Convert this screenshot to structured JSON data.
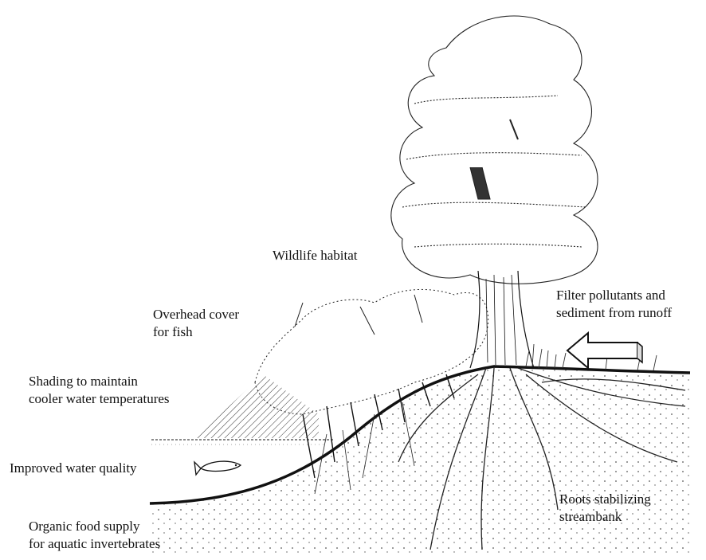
{
  "labels": {
    "wildlife_habitat": "Wildlife habitat",
    "filter": {
      "line1": "Filter pollutants and",
      "line2": "sediment from runoff"
    },
    "overhead": {
      "line1": "Overhead cover",
      "line2": "for fish"
    },
    "shading": {
      "line1": "Shading to maintain",
      "line2": "cooler water temperatures"
    },
    "water_quality": "Improved water quality",
    "roots": {
      "line1": "Roots stabilizing",
      "line2": "streambank"
    },
    "food": {
      "line1": "Organic food supply",
      "line2": "for aquatic invertebrates"
    }
  },
  "colors": {
    "ink": "#111111",
    "paper": "#ffffff"
  }
}
